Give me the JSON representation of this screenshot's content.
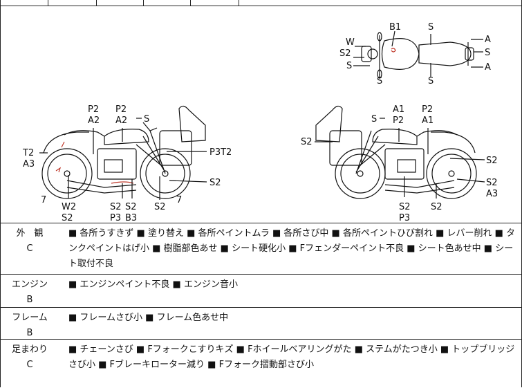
{
  "labels": {
    "top_view": {
      "b1": "B1",
      "w": "W",
      "s2": "S2",
      "s_left": "S",
      "s_bot1": "S",
      "s_bot2": "S",
      "s_top": "S",
      "a_top": "A",
      "s_right": "S",
      "a_bot": "A"
    },
    "left_bike": {
      "p2_a": "P2",
      "a2_a": "A2",
      "p2_b": "P2",
      "a2_b": "A2",
      "s_mirror": "S",
      "t2": "T2",
      "a3": "A3",
      "p3t2": "P3T2",
      "s2_wheel": "S2",
      "n7_left": "7",
      "w2": "W2",
      "s2_under_w2": "S2",
      "s2_a": "S2",
      "s2_b": "S2",
      "p3": "P3",
      "b3": "B3",
      "s2_c": "S2",
      "n7_right": "7"
    },
    "right_bike": {
      "s_mirror": "S",
      "a1_a": "A1",
      "p2_a": "P2",
      "p2_b": "P2",
      "a1_b": "A1",
      "s2_left": "S2",
      "s2_r1": "S2",
      "s2_r2": "S2",
      "a3": "A3",
      "s2_bot_a": "S2",
      "p3": "P3",
      "s2_bot_b": "S2"
    }
  },
  "rows": [
    {
      "name": "外　観",
      "grade": "C",
      "text": "■ 各所うすきず ■ 塗り替え ■ 各所ペイントムラ ■ 各所さび中 ■ 各所ペイントひび割れ ■ レバー削れ ■ タンクペイントはげ小 ■ 樹脂部色あせ ■ シート硬化小 ■ Fフェンダーペイント不良 ■ シート色あせ中 ■ シート取付不良"
    },
    {
      "name": "エンジン",
      "grade": "B",
      "text": "■ エンジンペイント不良 ■ エンジン音小"
    },
    {
      "name": "フレーム",
      "grade": "B",
      "text": "■ フレームさび小 ■ フレーム色あせ中"
    },
    {
      "name": "足まわり",
      "grade": "C",
      "text": "■ チェーンさび ■ Fフォークこすりキズ ■ Fホイールベアリングがた ■ ステムがたつき小 ■ トップブリッジさび小 ■ Fブレーキローター減り ■ Fフォーク摺動部さび小"
    }
  ]
}
